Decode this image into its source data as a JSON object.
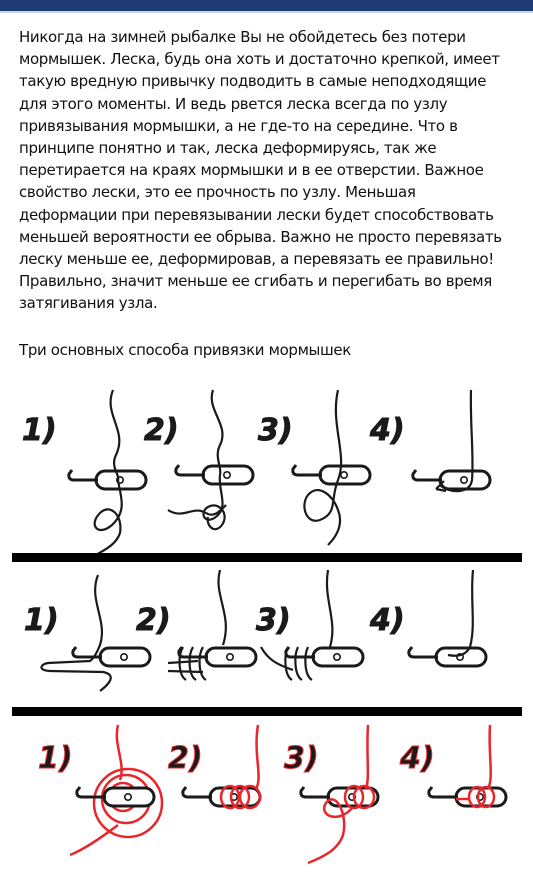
{
  "header": {
    "bar_color": "#1f3b73"
  },
  "article": {
    "paragraph": "Никогда на зимней рыбалке Вы не обойдетесь без потери\nмормышек. Леска, будь она хоть и достаточно крепкой, имеет\nтакую вредную привычку подводить в самые неподходящие\nдля этого моменты. И ведь рвется леска всегда по узлу\nпривязывания мормышки, а не где-то на середине. Что в\nпринципе понятно и так, леска деформируясь, так же\nперетирается на краях мормышки и в ее отверстии. Важное\nсвойство лески, это ее прочность по узлу. Меньшая\nдеформации при перевязывании лески будет способствовать\nменьшей вероятности ее обрыва. Важно не просто перевязать\nлеску меньше ее, деформировав, а перевязать ее правильно!\nПравильно, значит меньше ее сгибать и перегибать во время\nзатягивания узла.",
    "subheading": "Три основных способа привязки мормышек"
  },
  "figure": {
    "methods": [
      {
        "line_color": "#1a1a1a",
        "steps": [
          "1)",
          "2)",
          "3)",
          "4)"
        ]
      },
      {
        "line_color": "#1a1a1a",
        "steps": [
          "1)",
          "2)",
          "3)",
          "4)"
        ]
      },
      {
        "line_color": "#e8262b",
        "steps": [
          "1)",
          "2)",
          "3)",
          "4)"
        ]
      }
    ],
    "divider_color": "#000000"
  }
}
